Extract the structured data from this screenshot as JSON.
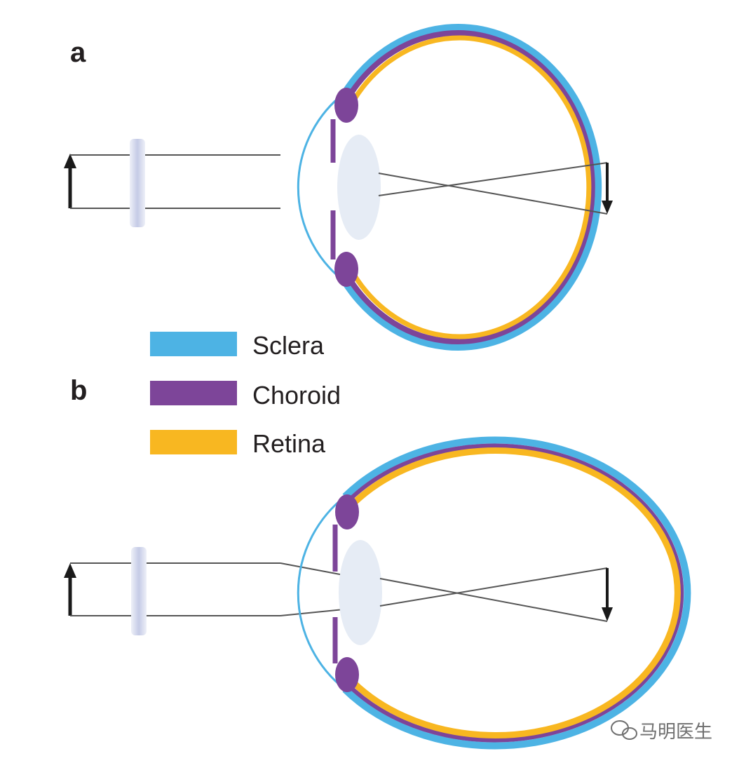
{
  "panels": {
    "a": {
      "label": "a"
    },
    "b": {
      "label": "b"
    }
  },
  "legend": {
    "sclera": {
      "label": "Sclera",
      "color": "#4db3e4"
    },
    "choroid": {
      "label": "Choroid",
      "color": "#7d4599"
    },
    "retina": {
      "label": "Retina",
      "color": "#f8b721"
    }
  },
  "colors": {
    "lens": "#e6ecf5",
    "corrective_lens": "#c5cbe6",
    "arrow": "#1a1a1a",
    "ray": "#555555"
  },
  "watermark": {
    "text": "马明医生",
    "icon": "wechat-icon"
  }
}
